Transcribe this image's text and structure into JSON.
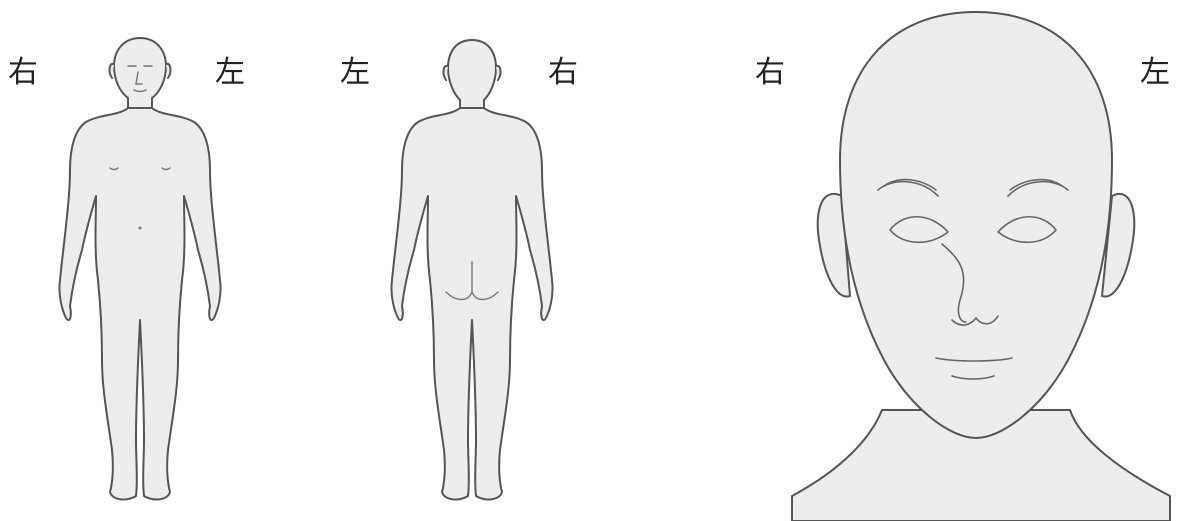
{
  "front_view": {
    "right_label": "右",
    "left_label": "左"
  },
  "back_view": {
    "left_label": "左",
    "right_label": "右"
  },
  "face_view": {
    "right_label": "右",
    "left_label": "左"
  },
  "colors": {
    "skin_fill": "#ededed",
    "outline": "#555555",
    "label_text": "#222222"
  }
}
